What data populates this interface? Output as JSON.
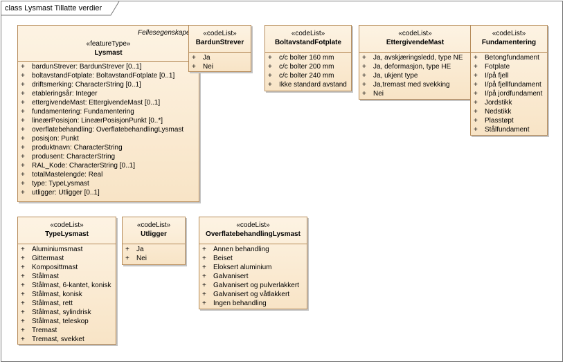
{
  "frame_title": "class Lysmast Tillatte verdier",
  "classes": {
    "lysmast": {
      "stereotype": "«featureType»",
      "name": "Lysmast",
      "package_label": "Fellesegenskaper",
      "attributes": [
        {
          "vis": "+",
          "text": "bardunStrever: BardunStrever [0..1]"
        },
        {
          "vis": "+",
          "text": "boltavstandFotplate: BoltavstandFotplate [0..1]"
        },
        {
          "vis": "+",
          "text": "driftsmerking: CharacterString [0..1]"
        },
        {
          "vis": "+",
          "text": "etableringsår: Integer"
        },
        {
          "vis": "+",
          "text": "ettergivendeMast: EttergivendeMast [0..1]"
        },
        {
          "vis": "+",
          "text": "fundamentering: Fundamentering"
        },
        {
          "vis": "+",
          "text": "lineærPosisjon: LineærPosisjonPunkt [0..*]"
        },
        {
          "vis": "+",
          "text": "overflatebehandling: OverflatebehandlingLysmast"
        },
        {
          "vis": "+",
          "text": "posisjon: Punkt"
        },
        {
          "vis": "+",
          "text": "produktnavn: CharacterString"
        },
        {
          "vis": "+",
          "text": "produsent: CharacterString"
        },
        {
          "vis": "+",
          "text": "RAL_Kode: CharacterString [0..1]"
        },
        {
          "vis": "+",
          "text": "totalMastelengde: Real"
        },
        {
          "vis": "+",
          "text": "type: TypeLysmast"
        },
        {
          "vis": "+",
          "text": "utligger: Utligger [0..1]"
        }
      ]
    },
    "bardunstrever": {
      "stereotype": "«codeList»",
      "name": "BardunStrever",
      "items": [
        {
          "vis": "+",
          "text": "Ja"
        },
        {
          "vis": "+",
          "text": "Nei"
        }
      ]
    },
    "boltavstand": {
      "stereotype": "«codeList»",
      "name": "BoltavstandFotplate",
      "items": [
        {
          "vis": "+",
          "text": "c/c bolter 160 mm"
        },
        {
          "vis": "+",
          "text": "c/c bolter 200 mm"
        },
        {
          "vis": "+",
          "text": "c/c bolter 240 mm"
        },
        {
          "vis": "+",
          "text": "Ikke standard avstand"
        }
      ]
    },
    "ettergivende": {
      "stereotype": "«codeList»",
      "name": "EttergivendeMast",
      "items": [
        {
          "vis": "+",
          "text": "Ja, avskjæringsledd, type NE"
        },
        {
          "vis": "+",
          "text": "Ja, deformasjon, type HE"
        },
        {
          "vis": "+",
          "text": "Ja, ukjent type"
        },
        {
          "vis": "+",
          "text": "Ja,tremast med svekking"
        },
        {
          "vis": "+",
          "text": "Nei"
        }
      ]
    },
    "fundamentering": {
      "stereotype": "«codeList»",
      "name": "Fundamentering",
      "items": [
        {
          "vis": "+",
          "text": "Betongfundament"
        },
        {
          "vis": "+",
          "text": "Fotplate"
        },
        {
          "vis": "+",
          "text": "I/på fjell"
        },
        {
          "vis": "+",
          "text": "I/på fjellfundament"
        },
        {
          "vis": "+",
          "text": "I/på jordfundament"
        },
        {
          "vis": "+",
          "text": "Jordstikk"
        },
        {
          "vis": "+",
          "text": "Nedstikk"
        },
        {
          "vis": "+",
          "text": "Plasstøpt"
        },
        {
          "vis": "+",
          "text": "Stålfundament"
        }
      ]
    },
    "typelysmast": {
      "stereotype": "«codeList»",
      "name": "TypeLysmast",
      "items": [
        {
          "vis": "+",
          "text": "Aluminiumsmast"
        },
        {
          "vis": "+",
          "text": "Gittermast"
        },
        {
          "vis": "+",
          "text": "Komposittmast"
        },
        {
          "vis": "+",
          "text": "Stålmast"
        },
        {
          "vis": "+",
          "text": "Stålmast, 6-kantet, konisk"
        },
        {
          "vis": "+",
          "text": "Stålmast, konisk"
        },
        {
          "vis": "+",
          "text": "Stålmast, rett"
        },
        {
          "vis": "+",
          "text": "Stålmast, sylindrisk"
        },
        {
          "vis": "+",
          "text": "Stålmast, teleskop"
        },
        {
          "vis": "+",
          "text": "Tremast"
        },
        {
          "vis": "+",
          "text": "Tremast, svekket"
        }
      ]
    },
    "utligger": {
      "stereotype": "«codeList»",
      "name": "Utligger",
      "items": [
        {
          "vis": "+",
          "text": "Ja"
        },
        {
          "vis": "+",
          "text": "Nei"
        }
      ]
    },
    "overflate": {
      "stereotype": "«codeList»",
      "name": "OverflatebehandlingLysmast",
      "items": [
        {
          "vis": "+",
          "text": "Annen behandling"
        },
        {
          "vis": "+",
          "text": "Beiset"
        },
        {
          "vis": "+",
          "text": "Eloksert aluminium"
        },
        {
          "vis": "+",
          "text": "Galvanisert"
        },
        {
          "vis": "+",
          "text": "Galvanisert og pulverlakkert"
        },
        {
          "vis": "+",
          "text": "Galvanisert og våtlakkert"
        },
        {
          "vis": "+",
          "text": "Ingen behandling"
        }
      ]
    }
  }
}
